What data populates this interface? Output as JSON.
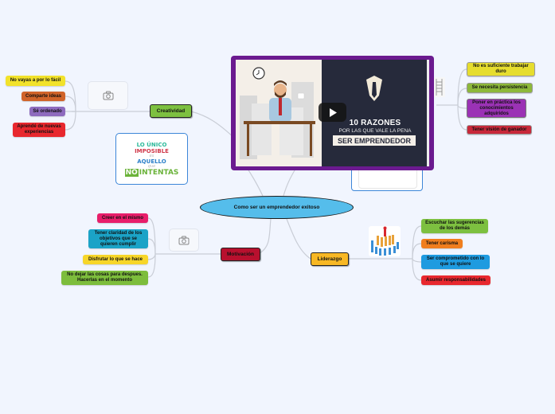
{
  "central_topic": "Como ser un emprendedor exitoso",
  "branches": {
    "creatividad": {
      "label": "Creatividad",
      "color": "#7DC040",
      "children": [
        {
          "label": "No vayas a por lo fácil",
          "color": "#F2E22B"
        },
        {
          "label": "Comparte ideas",
          "color": "#D0642A"
        },
        {
          "label": "Sé ordenado",
          "color": "#8E6BBE"
        },
        {
          "label": "Aprendé de nuevas experiencias",
          "color": "#E8282E"
        }
      ]
    },
    "video_topic": {
      "children": [
        {
          "label": "No es suficiente trabajar duro",
          "color": "#E6DD2E"
        },
        {
          "label": "Se necesita persistencia",
          "color": "#8DB83A"
        },
        {
          "label": "Poner en práctica los conocimientos adquiridos",
          "color": "#9B32B5"
        },
        {
          "label": "Tener visión de ganador",
          "color": "#C8283A"
        }
      ]
    },
    "motivacion": {
      "label": "Motivación",
      "color": "#B8102E",
      "children": [
        {
          "label": "Creer en el mismo",
          "color": "#E81E6A"
        },
        {
          "label": "Tener claridad de los objetivos que se quieren cumplir",
          "color": "#1BA3C7"
        },
        {
          "label": "Disfrutar lo que se hace",
          "color": "#F7D62A"
        },
        {
          "label": "No dejar las cosas para despues. Hacerlas en el momento",
          "color": "#7DBD3C"
        }
      ]
    },
    "liderazgo": {
      "label": "Liderazgo",
      "color": "#F8B824",
      "children": [
        {
          "label": "Escuchar las sugerencias de los demás",
          "color": "#7DC040"
        },
        {
          "label": "Tener carisma",
          "color": "#F07E1E"
        },
        {
          "label": "Ser comprometido con lo que se quiere",
          "color": "#1E9BE0"
        },
        {
          "label": "Asumir responsabilidades",
          "color": "#E8282E"
        }
      ]
    }
  },
  "quote_image": {
    "line1": "LO ÚNICO",
    "line2": "IMPOSIBLE",
    "line3": "es",
    "line4": "AQUELLO",
    "line5": "que",
    "line6_no": "NO",
    "line6_rest": "INTENTAS"
  },
  "video": {
    "title": "10 RAZONES",
    "subtitle": "POR LAS QUE VALE LA PENA",
    "highlight": "SER EMPRENDEDOR"
  },
  "colors": {
    "background": "#F1F5FE",
    "central": "#55BDEB",
    "video_frame": "#6B1A8F",
    "connector": "#C9CDD6"
  }
}
